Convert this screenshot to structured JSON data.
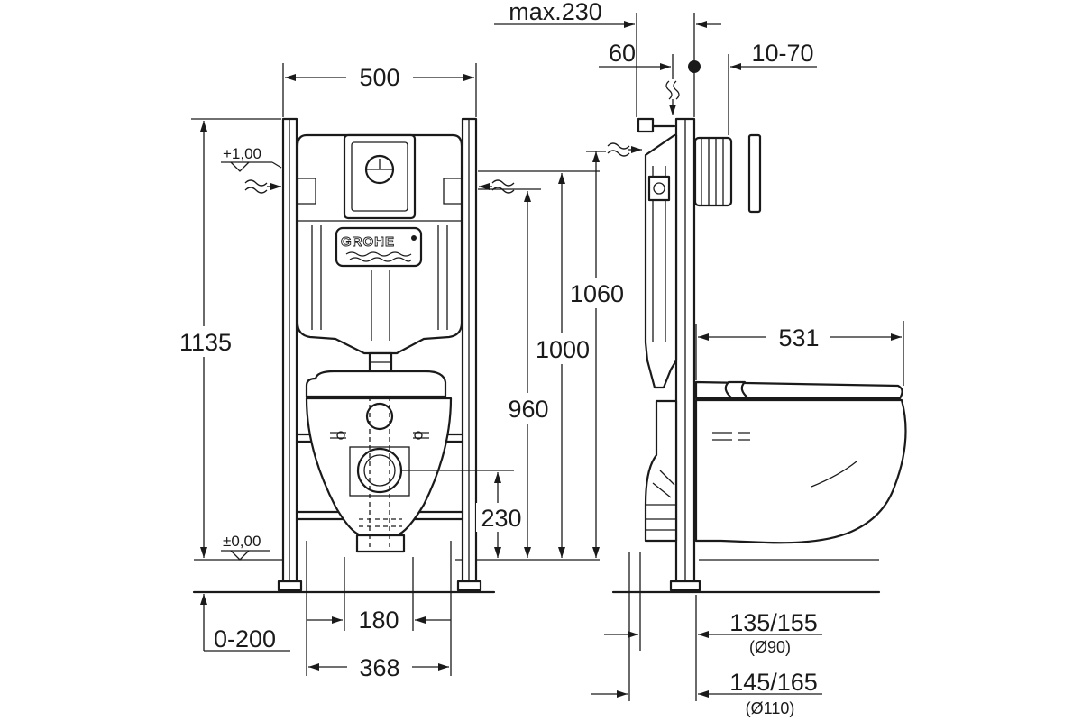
{
  "brand": "GROHE",
  "colors": {
    "ink": "#1a1a1a",
    "background": "#ffffff"
  },
  "levels": {
    "top": "+1,00",
    "floor": "±0,00"
  },
  "front_view": {
    "frame_width": "500",
    "total_height": "1135",
    "height_1060": "1060",
    "height_1000": "1000",
    "height_960": "960",
    "drain_height": "230",
    "floor_offset": "0-200",
    "bolt_spacing": "180",
    "pan_width": "368"
  },
  "side_view": {
    "max_depth": "max.230",
    "depth_60": "60",
    "plate_range": "10-70",
    "projection": "531",
    "drain_small": "135/155",
    "drain_small_dia": "(Ø90)",
    "drain_large": "145/165",
    "drain_large_dia": "(Ø110)"
  }
}
